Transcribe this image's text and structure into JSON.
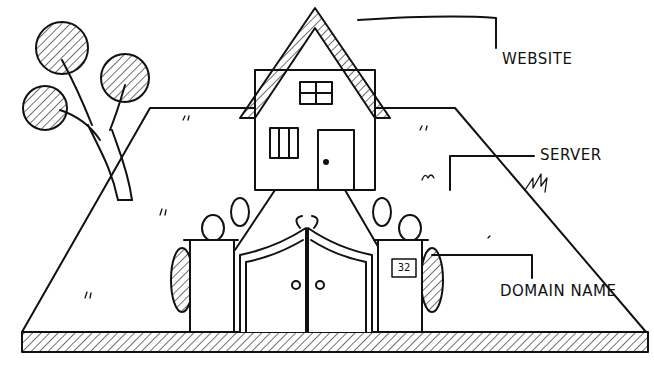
{
  "diagram": {
    "labels": [
      "WEBSITE",
      "SERVER",
      "32",
      "DOMAIN NAME"
    ]
  }
}
